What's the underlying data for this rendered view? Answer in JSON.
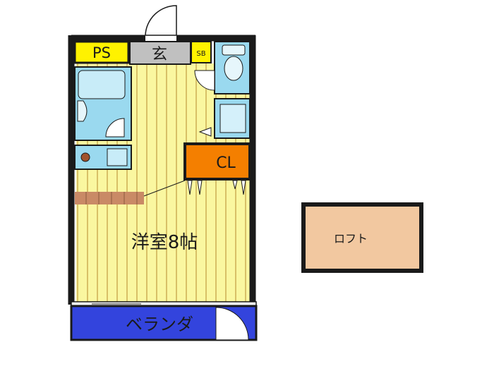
{
  "rooms": {
    "ps": "PS",
    "entrance": "玄",
    "shoe_box": "SB",
    "closet": "CL",
    "western_room": "洋室8帖",
    "veranda": "ベランダ",
    "loft": "ロフト"
  },
  "colors": {
    "wall": "#1a1a1a",
    "room_yellow": "#faf7a0",
    "floor_stripe": "#c9a94e",
    "ps_yellow": "#fff200",
    "entrance_gray": "#c0c0c0",
    "bath_blue": "#9ad9ef",
    "closet_orange": "#f47f00",
    "veranda_blue": "#3344dd",
    "loft_beige": "#f2c8a0",
    "kitchen_wood": "#c98a66",
    "stove_brown": "#a0522d"
  }
}
